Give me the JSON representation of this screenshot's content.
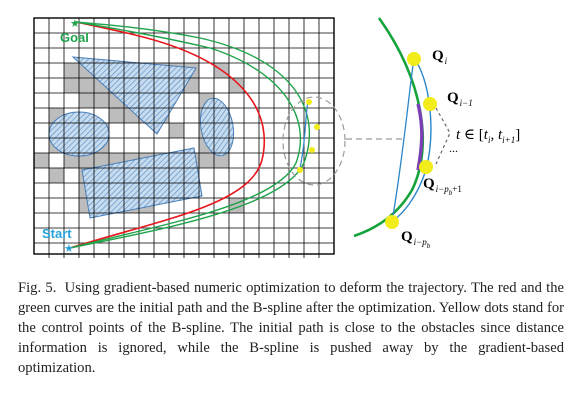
{
  "figure": {
    "map": {
      "goal_label": "Goal",
      "start_label": "Start",
      "colors": {
        "grid": "#000000",
        "occupied_cell": "#bdbdbd",
        "obstacle_fill": "#c8dcf0",
        "initial_path": "#e8161b",
        "bspline": "#1fa34a",
        "control_points": "#f2ec1a",
        "marker": "#1fa34a",
        "start_text": "#27a3d8"
      }
    },
    "zoom": {
      "q_i": "Q",
      "q_i_sub": "i",
      "q_i_minus_1": "Q",
      "q_i_minus_1_sub": "i−1",
      "q_ipb1": "Q",
      "q_ipb1_sub": "i−p",
      "q_ipb1_subsub": "b",
      "q_ipb1_tail": "+1",
      "q_ipb": "Q",
      "q_ipb_sub": "i−p",
      "q_ipb_subsub": "b",
      "ellipsis": "...",
      "interval_t": "t",
      "interval_in": " ∈ [",
      "interval_ti": "t",
      "interval_ti_sub": "i",
      "interval_comma": ", ",
      "interval_ti1": "t",
      "interval_ti1_sub": "i+1",
      "interval_close": "]",
      "colors": {
        "green_curve": "#14a33a",
        "blue_curve": "#2b86c8",
        "purple_segment": "#7a3fb5",
        "control_points": "#f2ec1a"
      }
    }
  },
  "caption": {
    "label": "Fig. 5.",
    "text": "Using gradient-based numeric optimization to deform the trajectory. The red and the green curves are the initial path and the B-spline after the optimization. Yellow dots stand for the control points of the B-spline. The initial path is close to the obstacles since distance information is ignored, while the B-spline is pushed away by the gradient-based optimization."
  }
}
